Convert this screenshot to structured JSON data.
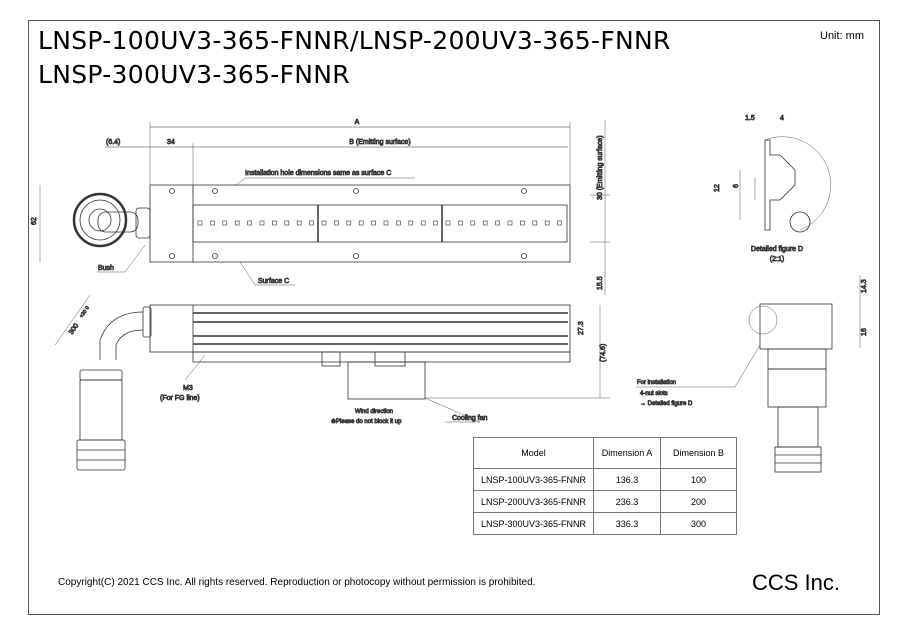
{
  "title": {
    "line1": "LNSP-100UV3-365-FNNR/LNSP-200UV3-365-FNNR",
    "line2": "LNSP-300UV3-365-FNNR"
  },
  "unit": "Unit: mm",
  "labels": {
    "dim_a": "A",
    "dim_b": "B (Emitting surface)",
    "dim_6_4": "(6.4)",
    "dim_34": "34",
    "dim_62": "62",
    "dim_30": "30 (Emitting surface)",
    "dim_15_5": "15.5",
    "dim_27_3": "27.3",
    "dim_74_6": "(74.6)",
    "dim_300": "300",
    "dim_300_tol": "+20 0",
    "install_hole": "Installation hole dimensions same as surface C",
    "bush": "Bush",
    "surface_c": "Surface C",
    "m3": "M3",
    "fg_line": "(For FG line)",
    "wind": "Wind direction",
    "wind_note": "※Please do not block it up",
    "cooling_fan": "Cooling fan",
    "detail_1_5": "1.5",
    "detail_4": "4",
    "detail_12": "12",
    "detail_6": "6",
    "detail_title": "Detailed figure D",
    "detail_scale": "(2:1)",
    "dim_14_3": "14.3",
    "dim_16": "16",
    "for_install": "For installation",
    "nut_slots": "4-nut slots",
    "to_detail": "→ Detailed figure D"
  },
  "table": {
    "headers": [
      "Model",
      "Dimension A",
      "Dimension B"
    ],
    "rows": [
      [
        "LNSP-100UV3-365-FNNR",
        "136.3",
        "100"
      ],
      [
        "LNSP-200UV3-365-FNNR",
        "236.3",
        "200"
      ],
      [
        "LNSP-300UV3-365-FNNR",
        "336.3",
        "300"
      ]
    ]
  },
  "footer": {
    "copyright": "Copyright(C) 2021 CCS Inc. All rights reserved. Reproduction or photocopy without permission is prohibited.",
    "brand": "CCS Inc."
  }
}
